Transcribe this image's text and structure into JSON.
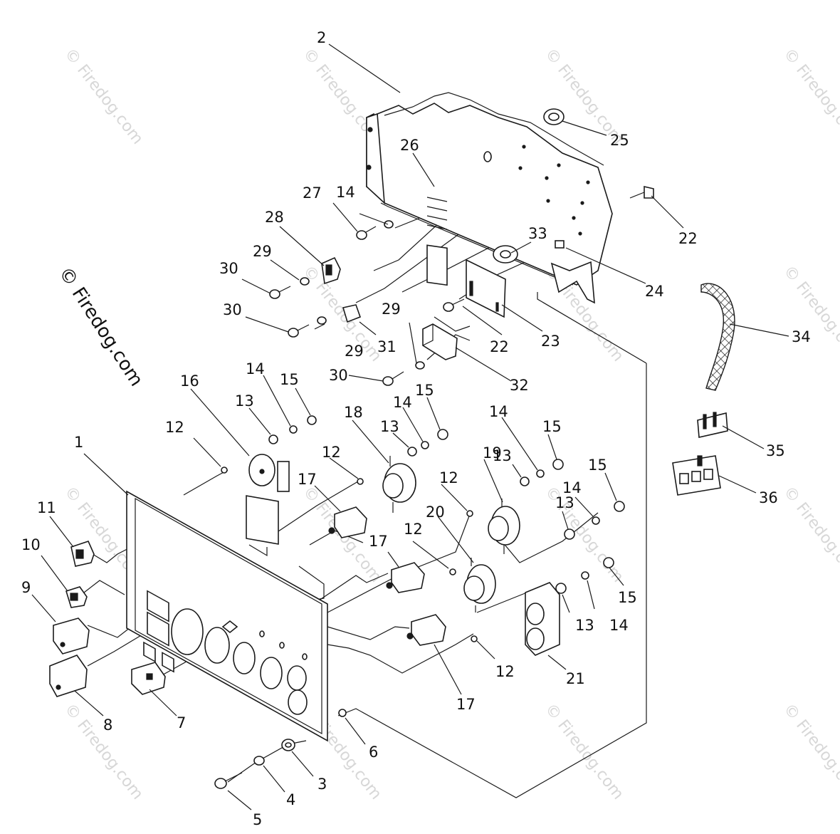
{
  "watermark": {
    "main": "© Firedog.com",
    "tile": "© Firedog.com"
  },
  "colors": {
    "ink": "#1a1a1a",
    "watermark": "#d7d7d7",
    "background": "#ffffff"
  },
  "callouts": [
    {
      "id": "c1",
      "label": "1"
    },
    {
      "id": "c2",
      "label": "2"
    },
    {
      "id": "c3",
      "label": "3"
    },
    {
      "id": "c4",
      "label": "4"
    },
    {
      "id": "c5",
      "label": "5"
    },
    {
      "id": "c6",
      "label": "6"
    },
    {
      "id": "c7",
      "label": "7"
    },
    {
      "id": "c8",
      "label": "8"
    },
    {
      "id": "c9",
      "label": "9"
    },
    {
      "id": "c10",
      "label": "10"
    },
    {
      "id": "c11",
      "label": "11"
    },
    {
      "id": "c12a",
      "label": "12"
    },
    {
      "id": "c12b",
      "label": "12"
    },
    {
      "id": "c12c",
      "label": "12"
    },
    {
      "id": "c12d",
      "label": "12"
    },
    {
      "id": "c12e",
      "label": "12"
    },
    {
      "id": "c13a",
      "label": "13"
    },
    {
      "id": "c13b",
      "label": "13"
    },
    {
      "id": "c13c",
      "label": "13"
    },
    {
      "id": "c13d",
      "label": "13"
    },
    {
      "id": "c13e",
      "label": "13"
    },
    {
      "id": "c14a",
      "label": "14"
    },
    {
      "id": "c14b",
      "label": "14"
    },
    {
      "id": "c14c",
      "label": "14"
    },
    {
      "id": "c14d",
      "label": "14"
    },
    {
      "id": "c14e",
      "label": "14"
    },
    {
      "id": "c14f",
      "label": "14"
    },
    {
      "id": "c15a",
      "label": "15"
    },
    {
      "id": "c15b",
      "label": "15"
    },
    {
      "id": "c15c",
      "label": "15"
    },
    {
      "id": "c15d",
      "label": "15"
    },
    {
      "id": "c15e",
      "label": "15"
    },
    {
      "id": "c16",
      "label": "16"
    },
    {
      "id": "c17a",
      "label": "17"
    },
    {
      "id": "c17b",
      "label": "17"
    },
    {
      "id": "c17c",
      "label": "17"
    },
    {
      "id": "c18",
      "label": "18"
    },
    {
      "id": "c19",
      "label": "19"
    },
    {
      "id": "c20",
      "label": "20"
    },
    {
      "id": "c21",
      "label": "21"
    },
    {
      "id": "c22a",
      "label": "22"
    },
    {
      "id": "c22b",
      "label": "22"
    },
    {
      "id": "c23",
      "label": "23"
    },
    {
      "id": "c24",
      "label": "24"
    },
    {
      "id": "c25",
      "label": "25"
    },
    {
      "id": "c26",
      "label": "26"
    },
    {
      "id": "c27",
      "label": "27"
    },
    {
      "id": "c28",
      "label": "28"
    },
    {
      "id": "c29a",
      "label": "29"
    },
    {
      "id": "c29b",
      "label": "29"
    },
    {
      "id": "c29c",
      "label": "29"
    },
    {
      "id": "c30a",
      "label": "30"
    },
    {
      "id": "c30b",
      "label": "30"
    },
    {
      "id": "c30c",
      "label": "30"
    },
    {
      "id": "c31",
      "label": "31"
    },
    {
      "id": "c32",
      "label": "32"
    },
    {
      "id": "c33",
      "label": "33"
    },
    {
      "id": "c34",
      "label": "34"
    },
    {
      "id": "c35",
      "label": "35"
    },
    {
      "id": "c36",
      "label": "36"
    }
  ]
}
